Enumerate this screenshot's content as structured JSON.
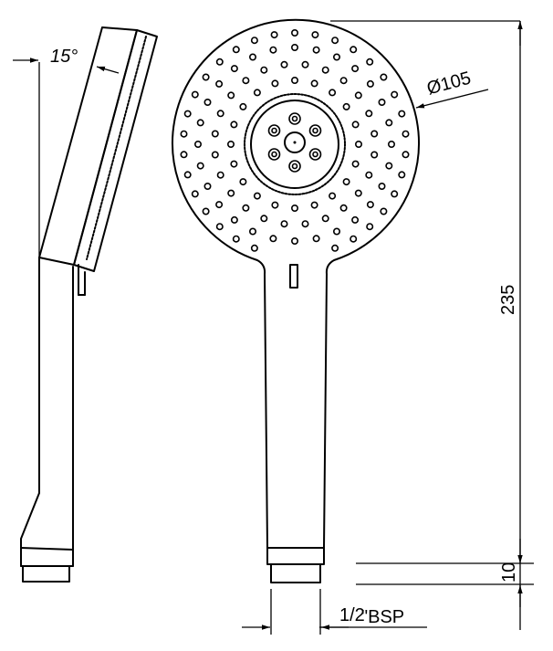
{
  "dimensions": {
    "angle": "15°",
    "diameter": "Ø105",
    "height": "235",
    "connector": "10",
    "thread_fraction": "1/2",
    "thread_suffix": "\"BSP"
  }
}
